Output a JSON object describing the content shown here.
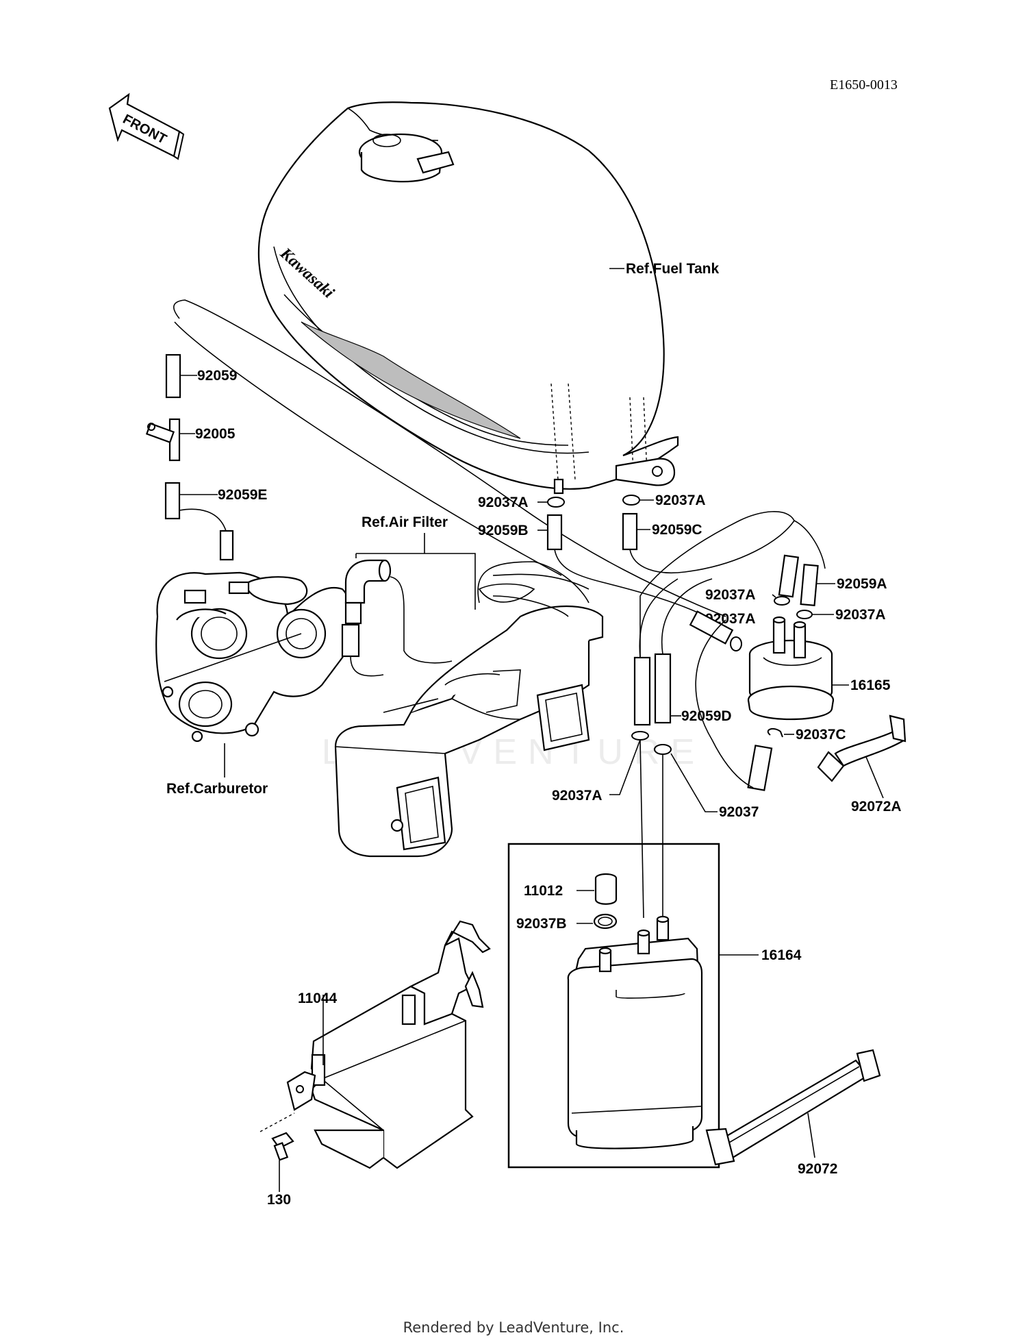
{
  "diagram_code": "E1650-0013",
  "front_marker": "FRONT",
  "tank_brand": "Kawasaki",
  "refs": {
    "fuel_tank": "Ref.Fuel Tank",
    "air_filter": "Ref.Air Filter",
    "carburetor": "Ref.Carburetor"
  },
  "parts": {
    "p92059": "92059",
    "p92005": "92005",
    "p92059E": "92059E",
    "p92037A_1": "92037A",
    "p92037A_2": "92037A",
    "p92059B": "92059B",
    "p92059C": "92059C",
    "p92037A_3": "92037A",
    "p92059A": "92059A",
    "p92037A_4": "92037A",
    "p92037A_5": "92037A",
    "p16165": "16165",
    "p92059D": "92059D",
    "p92037C": "92037C",
    "p92072A": "92072A",
    "p92037A_6": "92037A",
    "p92037": "92037",
    "p11012": "11012",
    "p92037B": "92037B",
    "p16164": "16164",
    "p11044": "11044",
    "p92072": "92072",
    "p130": "130"
  },
  "footer": "Rendered by LeadVenture, Inc.",
  "watermark": "LEADVENTURE"
}
